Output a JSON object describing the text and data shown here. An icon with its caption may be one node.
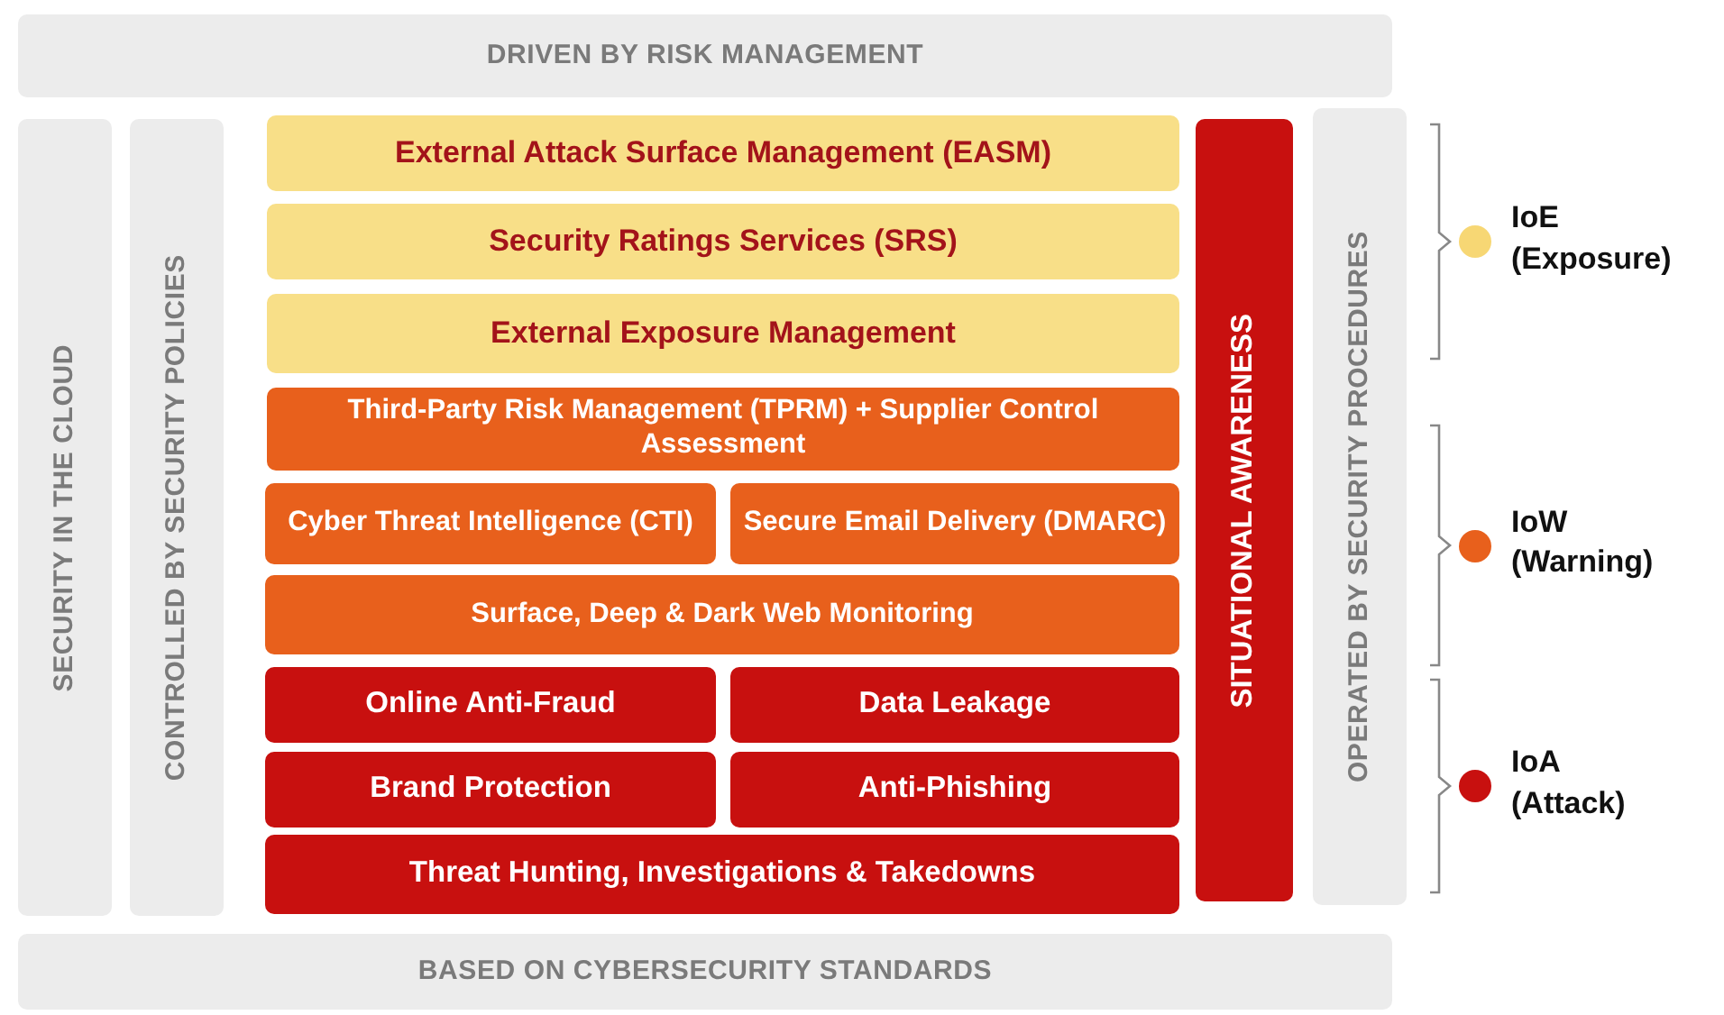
{
  "diagram": {
    "nodes": [
      {
        "text": [
          "DRIVEN BY RISK MANAGEMENT"
        ]
      },
      {
        "text": [
          "SECURITY IN THE CLOUD"
        ]
      },
      {
        "text": [
          "CONTROLLED BY SECURITY POLICIES"
        ]
      },
      {
        "text": [
          "External Attack Surface Management (EASM)"
        ]
      },
      {
        "text": [
          "Security Ratings Services (SRS)"
        ]
      },
      {
        "text": [
          "External Exposure Management"
        ]
      },
      {
        "text": [
          "Third-Party Risk Management (TPRM) + Supplier Control Assessment"
        ]
      },
      {
        "text": [
          "Cyber Threat Intelligence (CTI)"
        ]
      },
      {
        "text": [
          "Secure Email Delivery (DMARC)"
        ]
      },
      {
        "text": [
          "Surface, Deep & Dark Web Monitoring"
        ]
      },
      {
        "text": [
          "Online Anti-Fraud"
        ]
      },
      {
        "text": [
          "Data Leakage"
        ]
      },
      {
        "text": [
          "Brand Protection"
        ]
      },
      {
        "text": [
          "Anti-Phishing"
        ]
      },
      {
        "text": [
          "Threat Hunting, Investigations & Takedowns"
        ]
      },
      {
        "text": [
          "SITUATIONAL AWARENESS"
        ]
      },
      {
        "text": [
          "OPERATED BY SECURITY PROCEDURES"
        ]
      },
      {
        "text": [
          "BASED ON CYBERSECURITY STANDARDS"
        ]
      }
    ],
    "legend": [
      {
        "text": "IoE (Exposure)",
        "color": "#f7d774"
      },
      {
        "text": "IoW (Warning)",
        "color": "#e8601c"
      },
      {
        "text": "IoA (Attack)",
        "color": "#c8100f"
      }
    ]
  }
}
